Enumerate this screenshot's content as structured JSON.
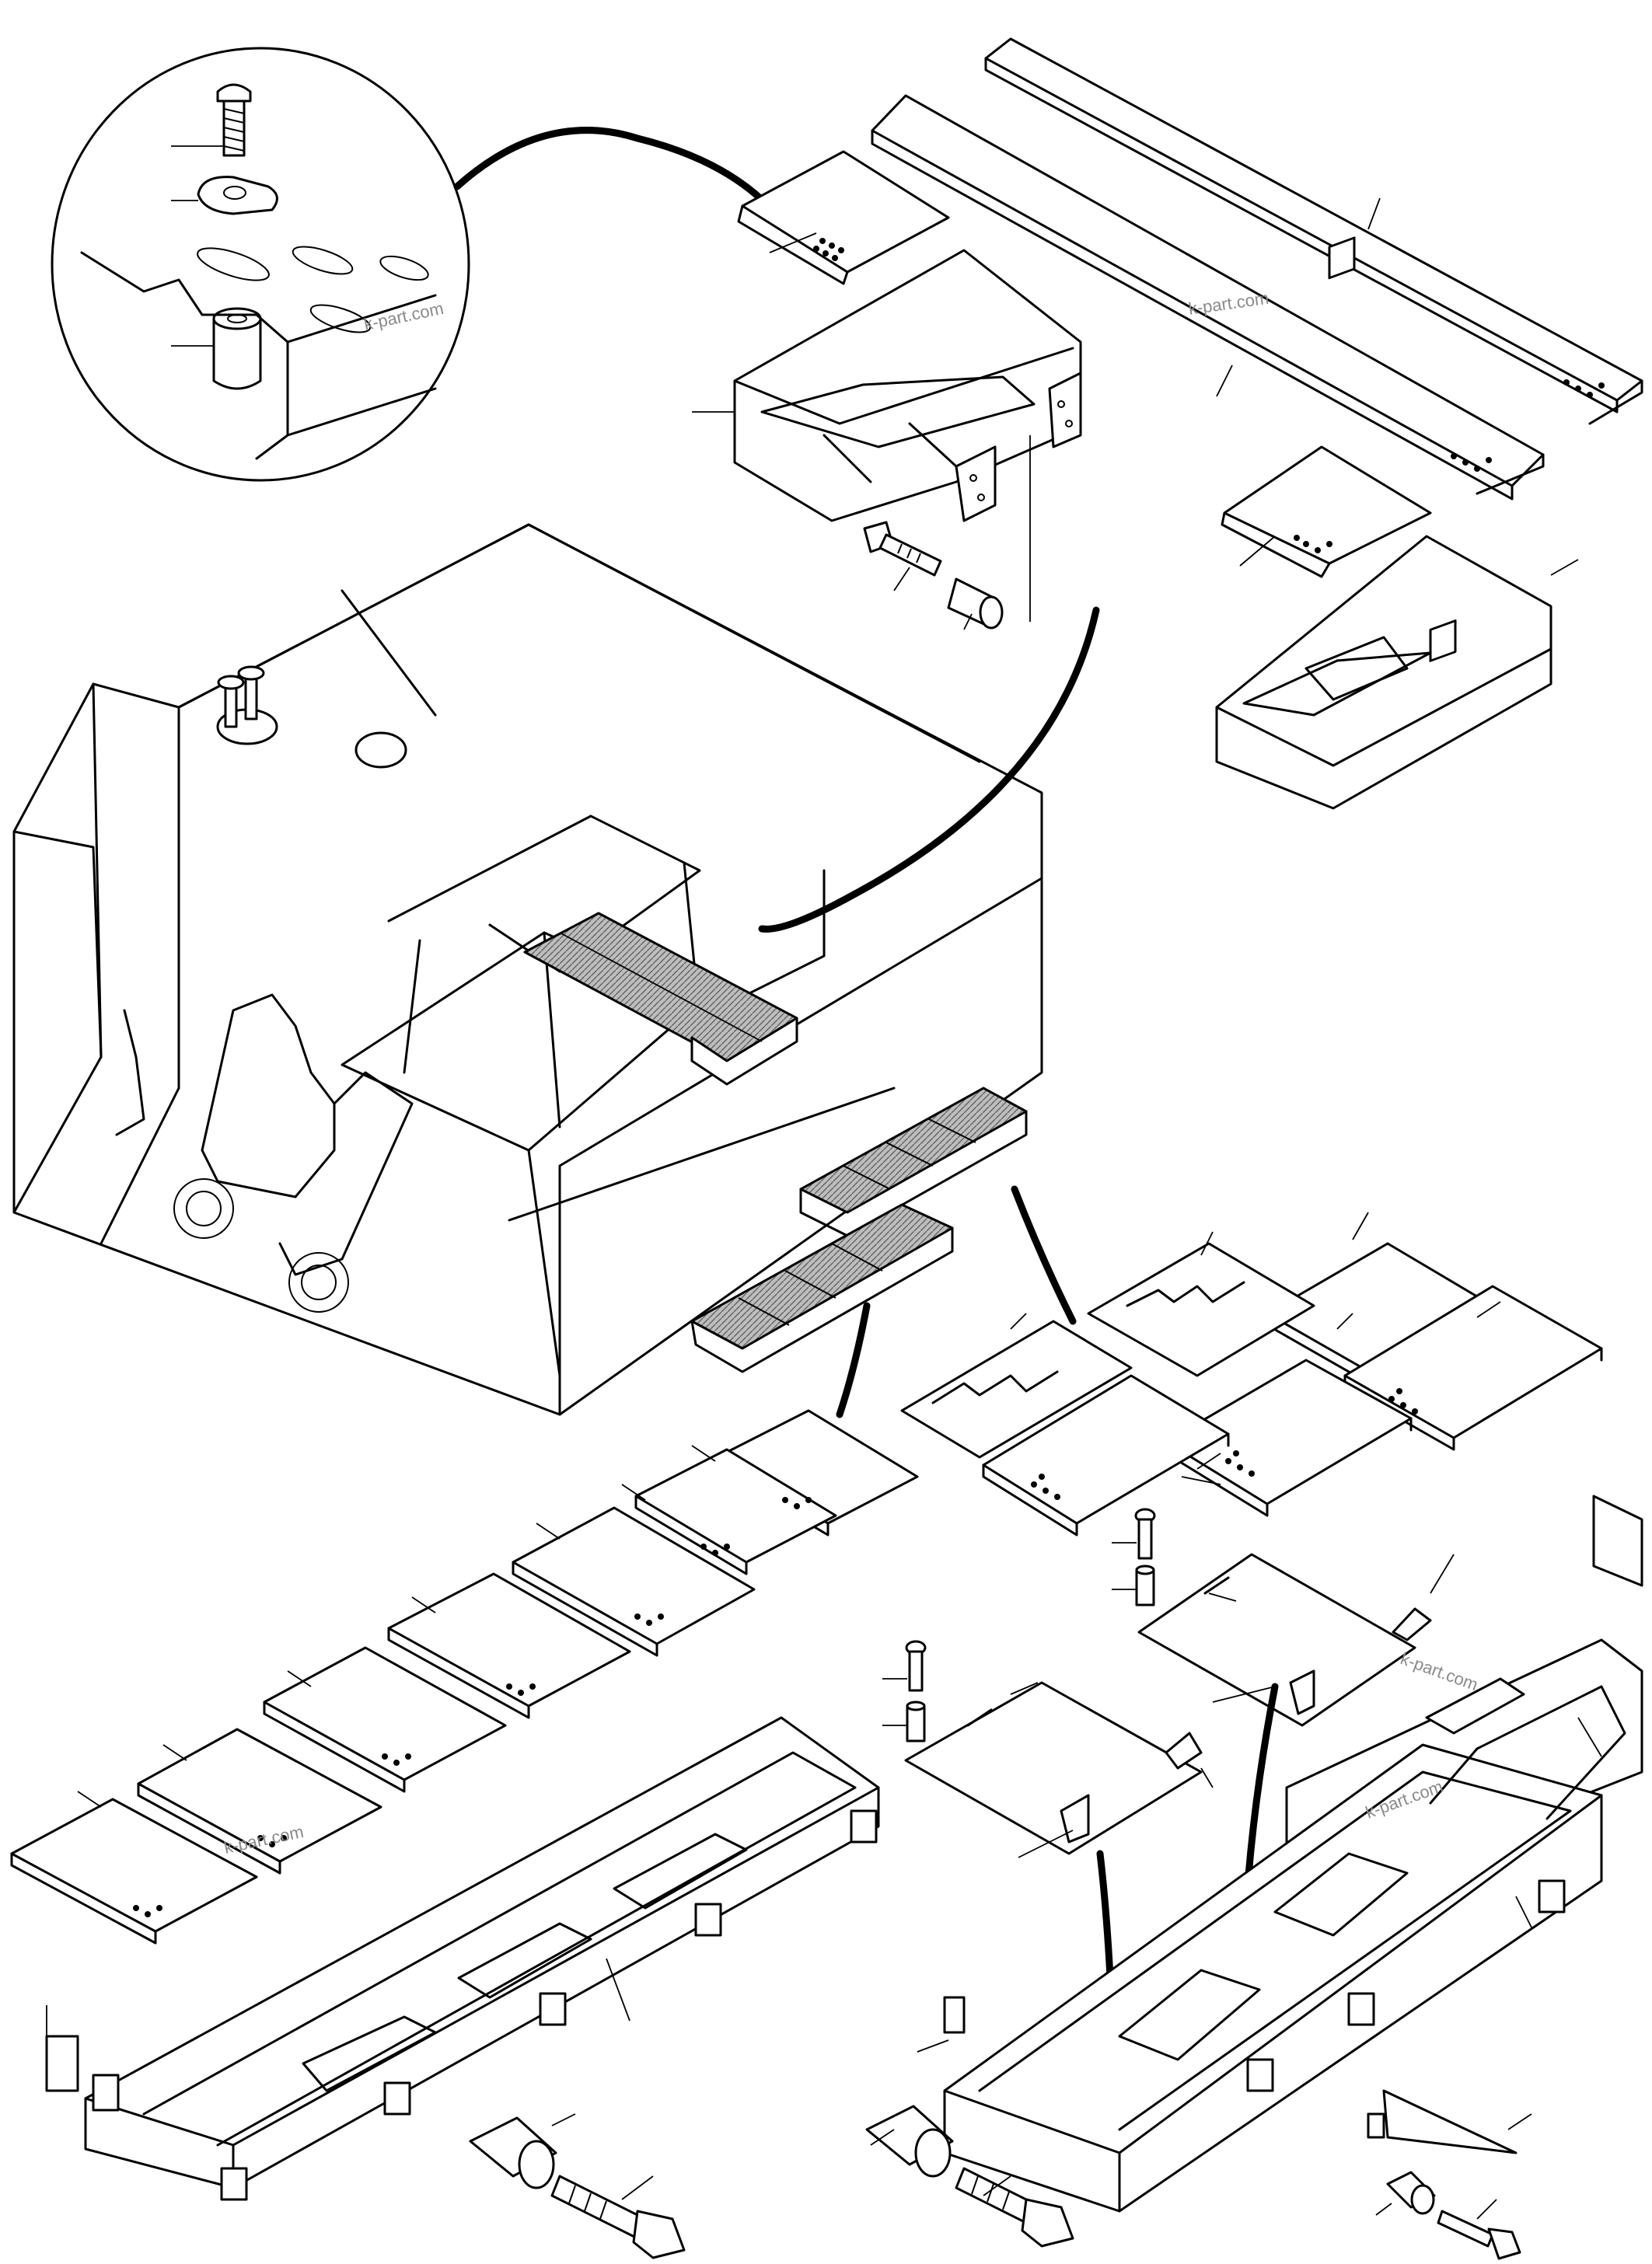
{
  "watermarks": [
    "k-part.com",
    "k-part.com",
    "k-part.com",
    "k-part.com",
    "k-part.com"
  ]
}
